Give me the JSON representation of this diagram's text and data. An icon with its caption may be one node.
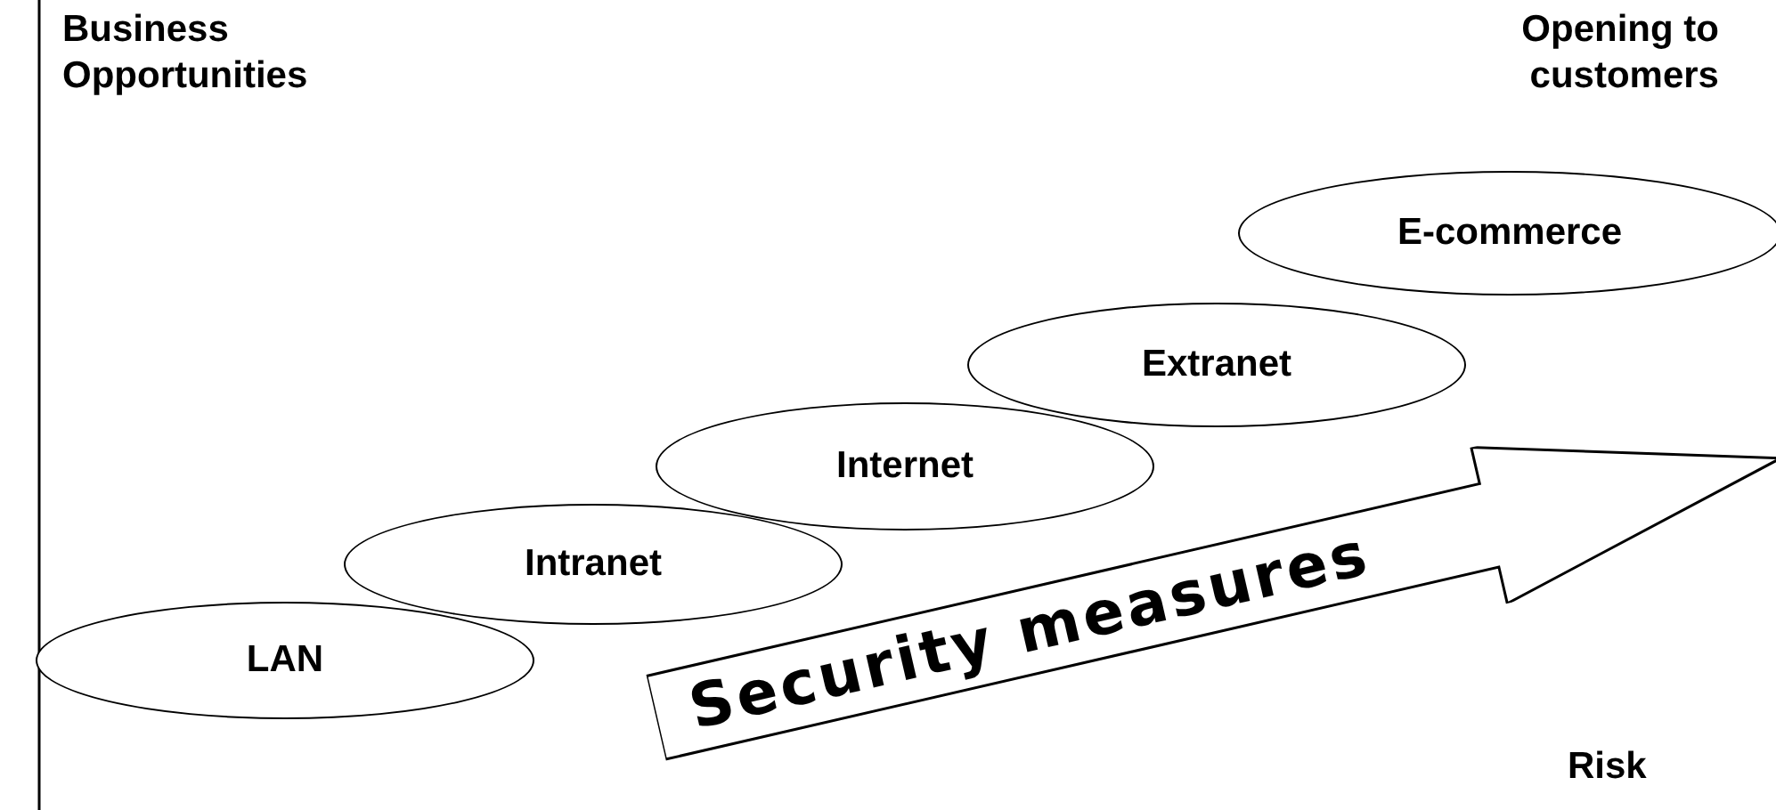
{
  "diagram": {
    "nodes": [
      {
        "text": [
          "LAN"
        ]
      },
      {
        "text": [
          "Intranet"
        ]
      },
      {
        "text": [
          "Internet"
        ]
      },
      {
        "text": [
          "Extranet"
        ]
      },
      {
        "text": [
          "E-commerce"
        ]
      },
      {
        "text": [
          "Security measures"
        ]
      }
    ],
    "labels": [
      "Business Opportunities",
      "Opening to customers",
      "Risk"
    ]
  }
}
